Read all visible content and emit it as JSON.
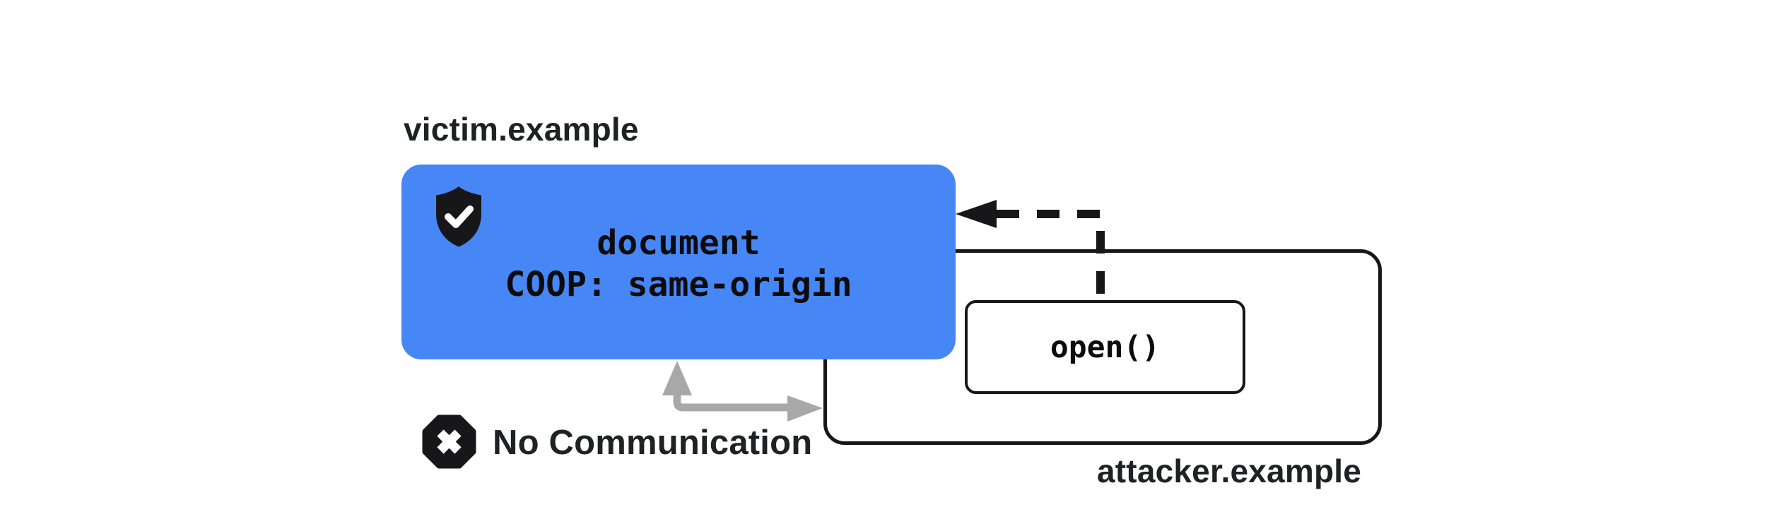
{
  "page": {
    "background": "#ffffff"
  },
  "diagram": {
    "victim": {
      "domain_label": "victim.example",
      "box_color": "#4787F5",
      "shield_icon": "shield-check",
      "doc_line1": "document",
      "doc_line2": "COOP: same-origin"
    },
    "attacker": {
      "domain_label": "attacker.example",
      "open_call_label": "open()"
    },
    "opener_arrow": {
      "style": "dashed",
      "direction": "attacker-to-victim",
      "color": "#17171a"
    },
    "blocked_channel": {
      "icon": "octagon-x",
      "label": "No Communication",
      "arrow_color": "#a8a8a8"
    }
  }
}
